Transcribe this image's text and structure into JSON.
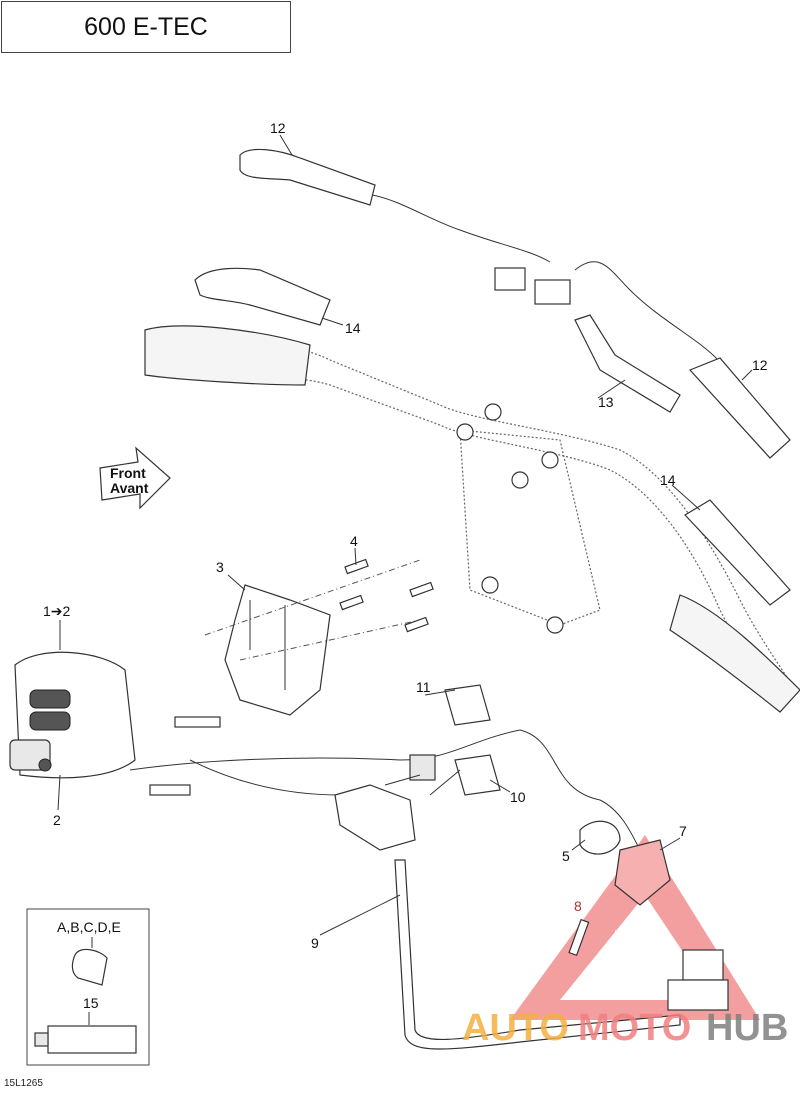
{
  "title": "600 E-TEC",
  "drawing_code": "15L1265",
  "front_arrow": {
    "line1": "Front",
    "line2": "Avant"
  },
  "callouts": {
    "c12a": "12",
    "c14a": "14",
    "c12b": "12",
    "c13": "13",
    "c14b": "14",
    "c4": "4",
    "c3": "3",
    "c1to2": "1➔2",
    "c11": "11",
    "c10": "10",
    "c2": "2",
    "c5": "5",
    "c7": "7",
    "c8": "8",
    "c9": "9"
  },
  "kit_box": {
    "clips_label": "A,B,C,D,E",
    "tube_label": "15"
  },
  "watermark": {
    "part1": "AUTO",
    "part2": "MOTO",
    "part3": "HUB",
    "colors": {
      "auto": "#f5b041",
      "moto": "#f08080",
      "hub": "#808080",
      "triangle": "#f08080"
    }
  }
}
